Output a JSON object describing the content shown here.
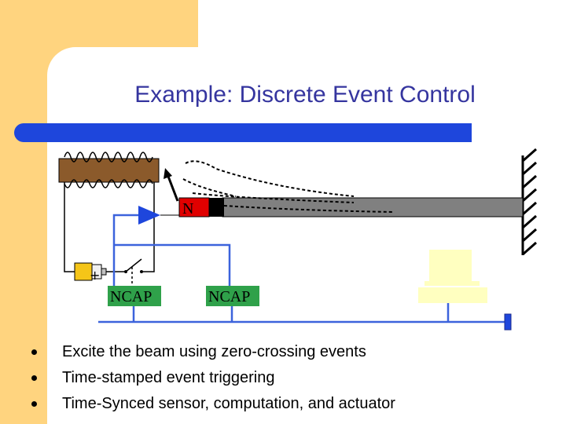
{
  "slide": {
    "title": "Example: Discrete Event Control",
    "colors": {
      "background_accent": "#FFD47F",
      "title_text": "#35359F",
      "title_bar": "#1E46DC",
      "network_line": "#3C63DC",
      "ncap_box": "#2FA14A",
      "beam": "#808080",
      "coil": "#8B5A2B",
      "battery": "#F5C518",
      "computer": "#FFFFC0"
    },
    "diagram": {
      "magnet_label": "N",
      "ncap_left_label": "NCAP",
      "ncap_right_label": "NCAP",
      "icons": [
        "coil-icon",
        "battery-icon",
        "switch-icon",
        "magnet-icon",
        "beam-icon",
        "wall-icon",
        "computer-icon"
      ]
    },
    "bullets": [
      "Excite the beam using zero-crossing events",
      "Time-stamped event triggering",
      "Time-Synced sensor, computation, and actuator"
    ]
  }
}
